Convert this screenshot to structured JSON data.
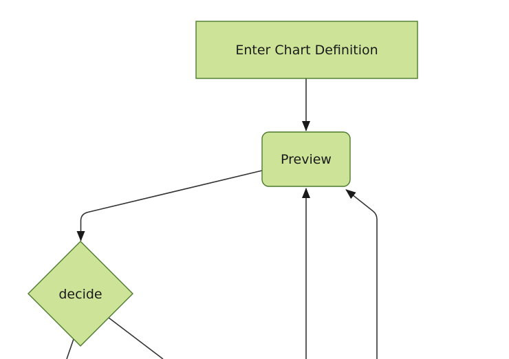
{
  "diagram": {
    "type": "flowchart",
    "direction": "top-down",
    "background": "#ffffff",
    "colors": {
      "node_fill": "#cde498",
      "node_border": "#4c7a2c",
      "edge_line": "#333333",
      "arrowhead": "#1a1a1a",
      "label_text": "#1a1a1a"
    },
    "nodes": [
      {
        "id": "enter-chart-definition",
        "label": "Enter Chart Definition",
        "shape": "rectangle"
      },
      {
        "id": "preview",
        "label": "Preview",
        "shape": "rounded-rectangle"
      },
      {
        "id": "decide",
        "label": "decide",
        "shape": "diamond"
      }
    ],
    "edges": [
      {
        "from": "enter-chart-definition",
        "to": "preview",
        "arrow": true
      },
      {
        "from": "preview",
        "to": "decide",
        "arrow": true
      },
      {
        "from": "offscreen-bottom-center",
        "to": "preview",
        "arrow": true
      },
      {
        "from": "offscreen-bottom-right",
        "to": "preview",
        "arrow": true
      },
      {
        "from": "decide",
        "to": "offscreen-bottom-left",
        "arrow": false
      },
      {
        "from": "decide",
        "to": "offscreen-bottom-right",
        "arrow": false
      }
    ]
  }
}
